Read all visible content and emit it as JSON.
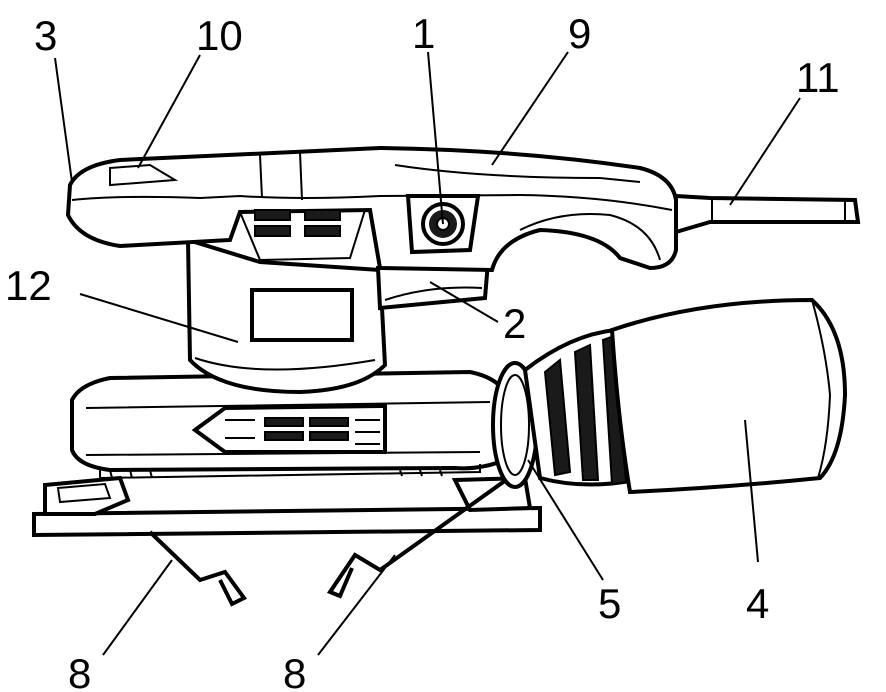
{
  "callouts": {
    "c1": "1",
    "c2": "2",
    "c3": "3",
    "c4": "4",
    "c5": "5",
    "c8a": "8",
    "c8b": "8",
    "c9": "9",
    "c10": "10",
    "c11": "11",
    "c12": "12"
  }
}
